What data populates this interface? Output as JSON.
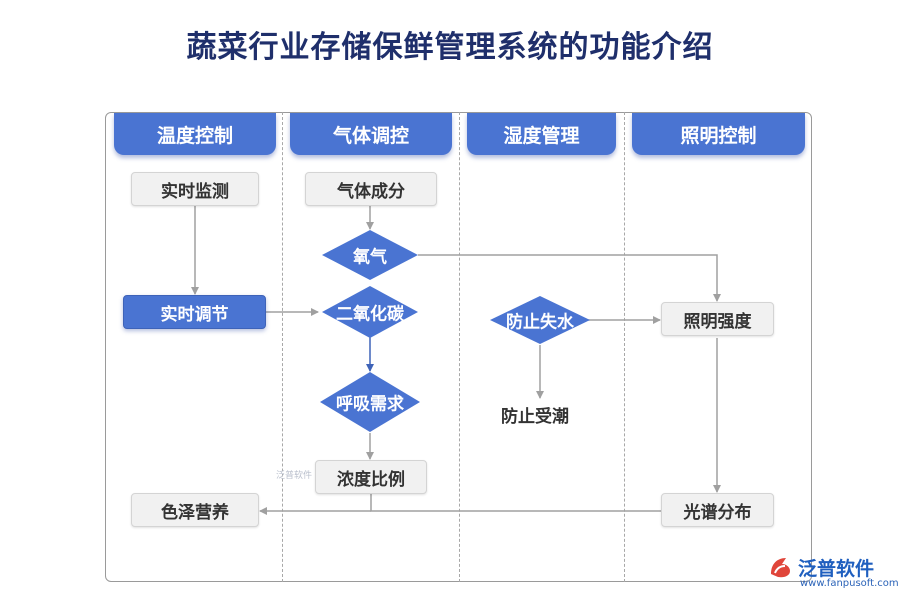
{
  "title": "蔬菜行业存储保鲜管理系统的功能介绍",
  "columns": [
    {
      "label": "温度控制"
    },
    {
      "label": "气体调控"
    },
    {
      "label": "湿度管理"
    },
    {
      "label": "照明控制"
    }
  ],
  "nodes": {
    "realtime_monitor": "实时监测",
    "realtime_adjust": "实时调节",
    "color_nutrition": "色泽营养",
    "gas_composition": "气体成分",
    "oxygen": "氧气",
    "co2": "二氧化碳",
    "respiration": "呼吸需求",
    "concentration_ratio": "浓度比例",
    "prevent_water_loss": "防止失水",
    "prevent_damp": "防止受潮",
    "light_intensity": "照明强度",
    "spectrum": "光谱分布"
  },
  "watermark": {
    "small": "泛普软件",
    "brand": "泛普软件",
    "url": "www.fanpusoft.com"
  },
  "colors": {
    "accent": "#4a74d2",
    "title": "#1f2f6b",
    "box_fill": "#f1f1f1",
    "arrow": "#a0a0a0",
    "arrow_blue": "#3e63b8"
  }
}
